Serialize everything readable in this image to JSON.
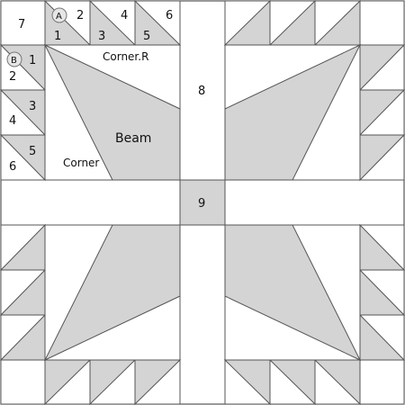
{
  "colors": {
    "fill": "#d4d4d4",
    "stroke": "#555555",
    "background": "#ffffff"
  },
  "labels": {
    "n7": "7",
    "a_marker": "A",
    "n2_top": "2",
    "n1_top": "1",
    "n3_top": "3",
    "n4_top": "4",
    "n5_top": "5",
    "n6_top": "6",
    "b_marker": "B",
    "n1_left": "1",
    "n2_left": "2",
    "n3_left": "3",
    "n4_left": "4",
    "n5_left": "5",
    "n6_left": "6",
    "corner_r": "Corner.R",
    "beam": "Beam",
    "corner": "Corner",
    "n8": "8",
    "n9": "9"
  }
}
